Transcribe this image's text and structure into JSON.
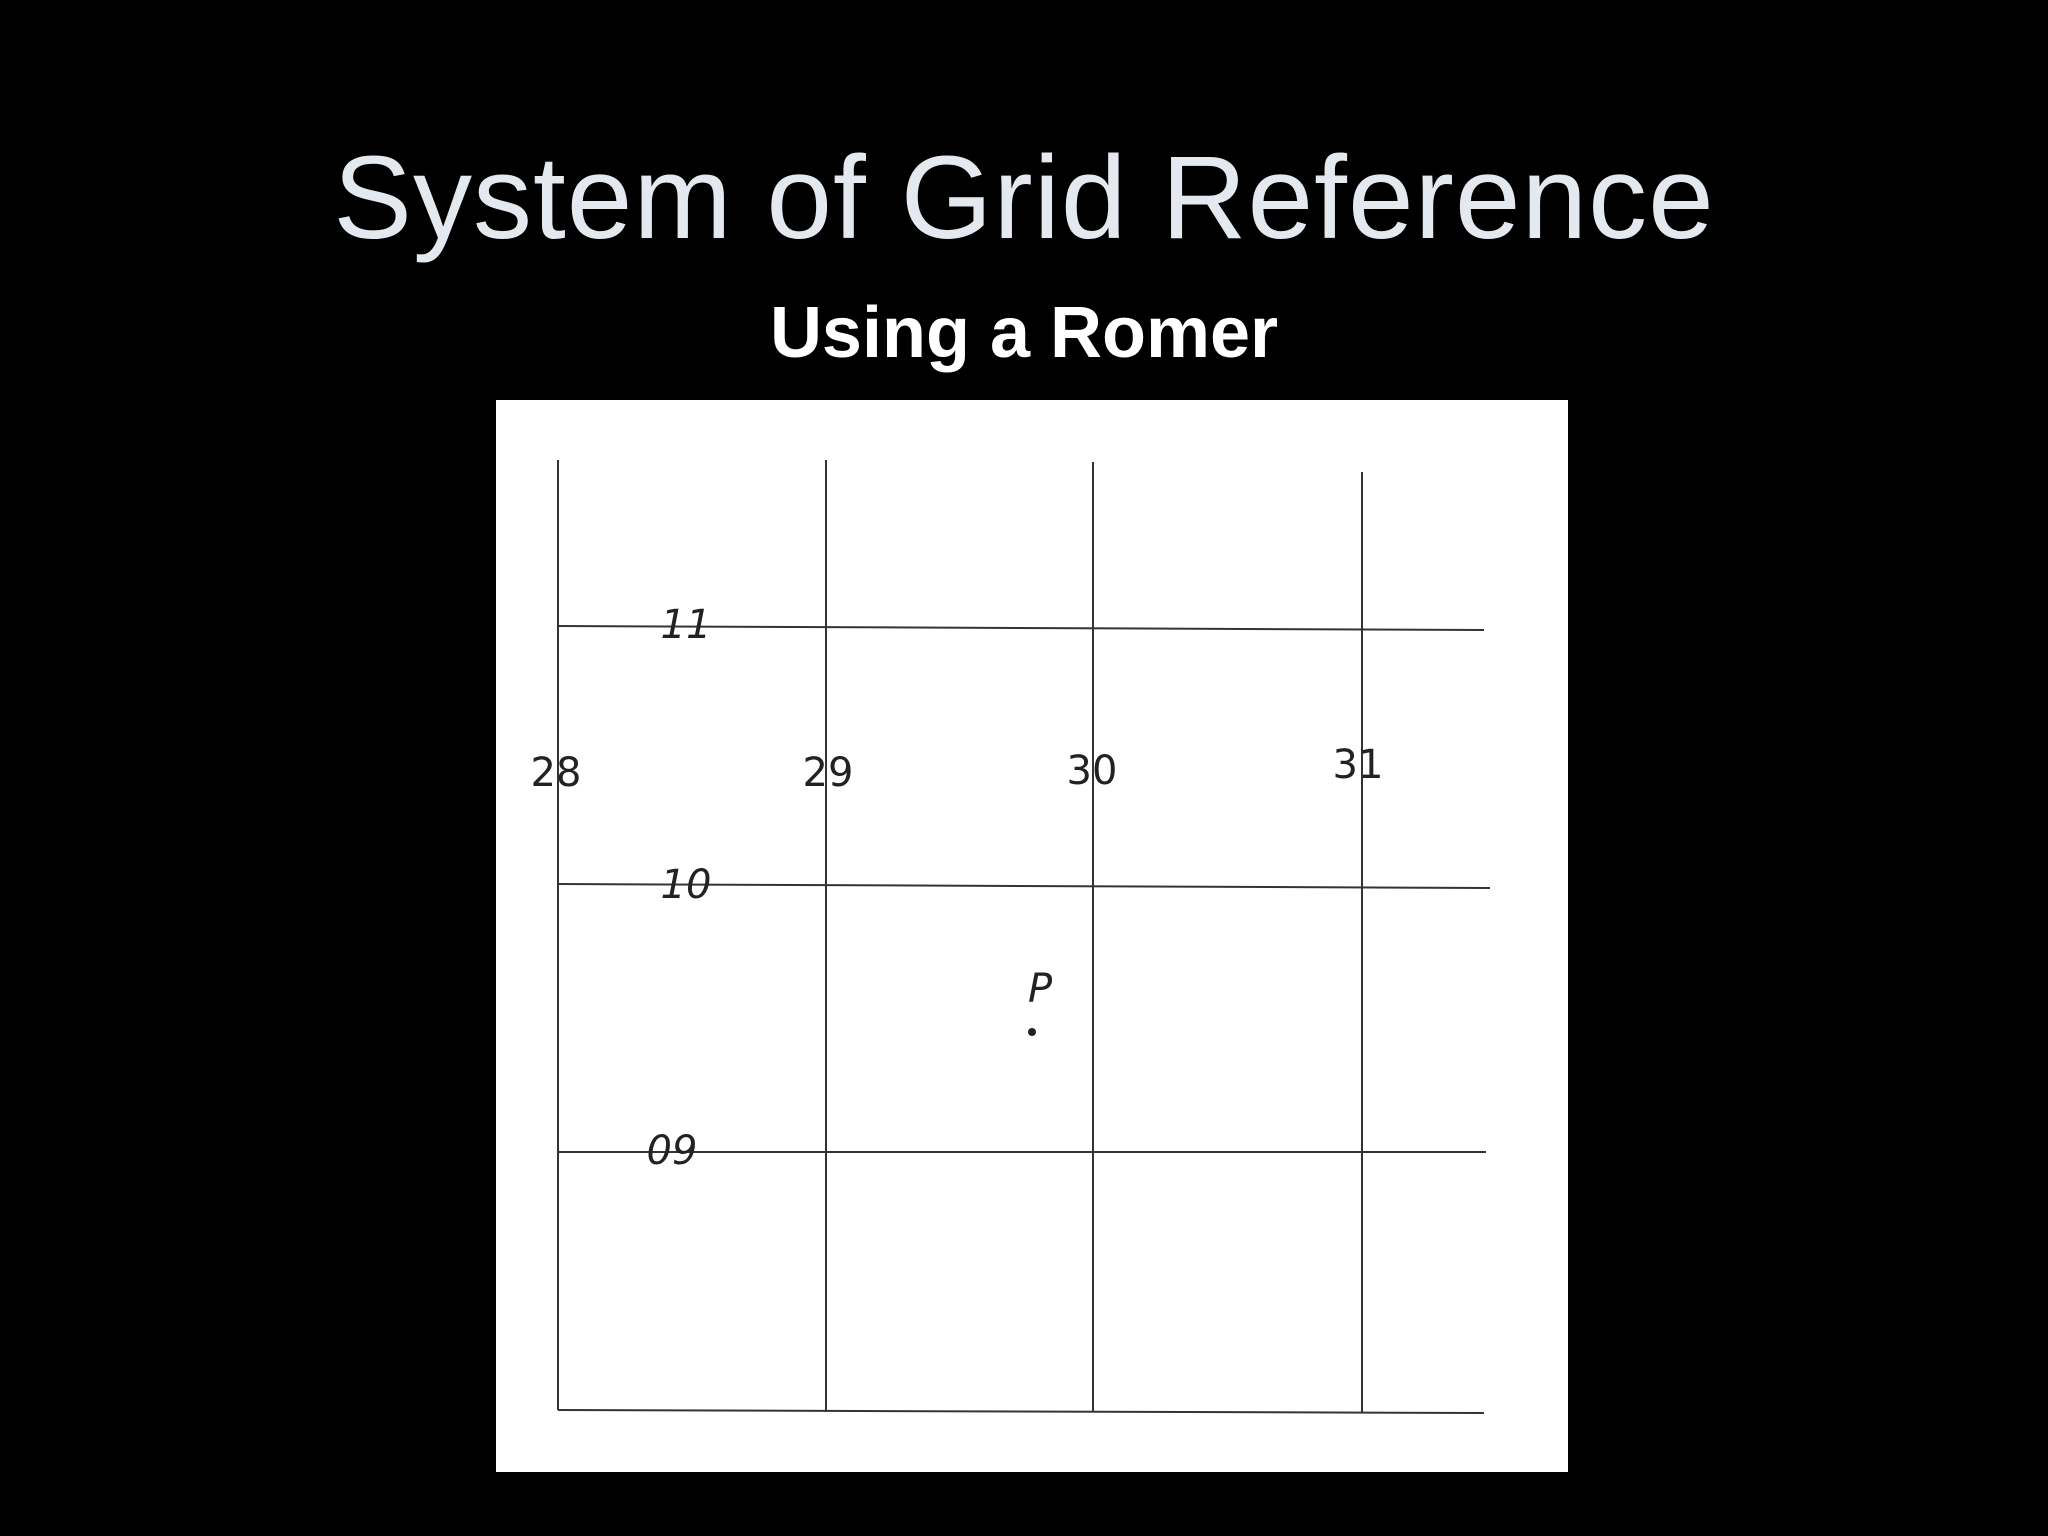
{
  "slide": {
    "title": "System of Grid Reference",
    "subtitle": "Using a Romer"
  },
  "grid": {
    "eastings": [
      "28",
      "29",
      "30",
      "31"
    ],
    "northings": [
      "11",
      "10",
      "09"
    ],
    "point_label": "P"
  },
  "colors": {
    "background": "#000000",
    "title": "#e4e9ef",
    "subtitle": "#ffffff",
    "figure_background": "#ffffff",
    "grid_line": "#333333"
  }
}
